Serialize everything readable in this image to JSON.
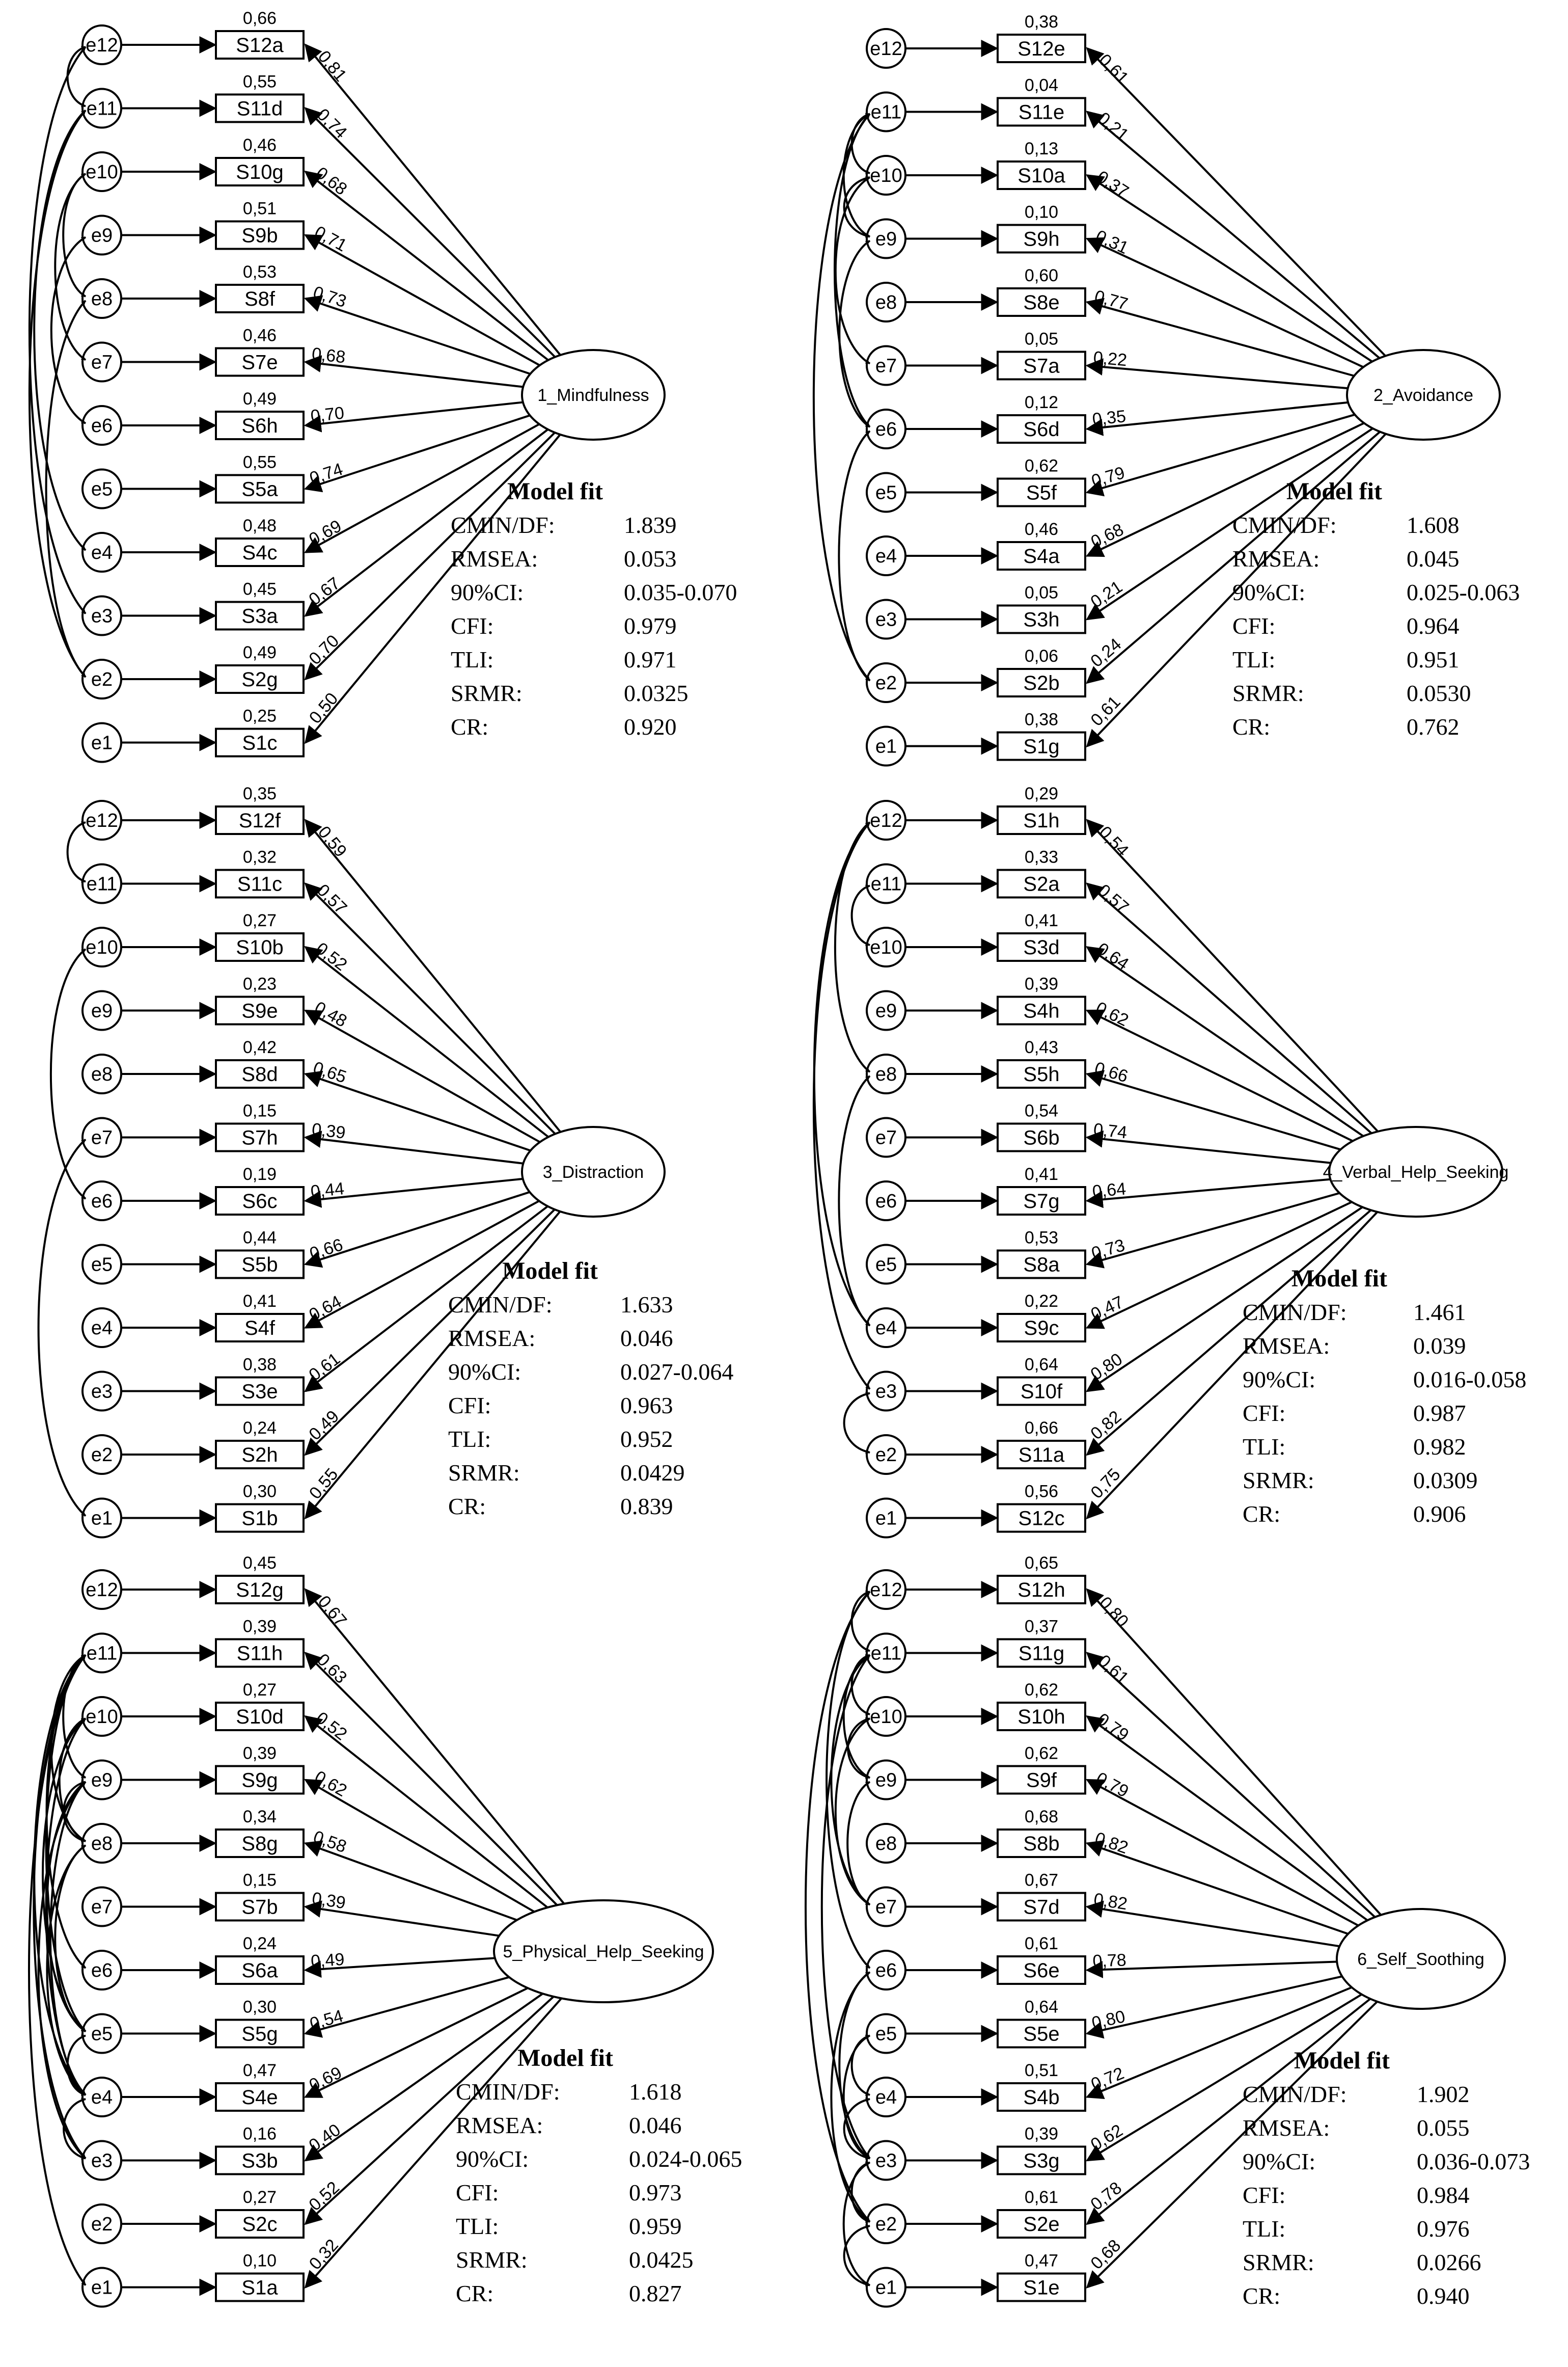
{
  "panels": [
    {
      "factor": "1_Mindfulness",
      "items": [
        {
          "error": "e12",
          "item": "S12a",
          "r2": "0,66",
          "loading": "0,81"
        },
        {
          "error": "e11",
          "item": "S11d",
          "r2": "0,55",
          "loading": "0,74"
        },
        {
          "error": "e10",
          "item": "S10g",
          "r2": "0,46",
          "loading": "0,68"
        },
        {
          "error": "e9",
          "item": "S9b",
          "r2": "0,51",
          "loading": "0,71"
        },
        {
          "error": "e8",
          "item": "S8f",
          "r2": "0,53",
          "loading": "0,73"
        },
        {
          "error": "e7",
          "item": "S7e",
          "r2": "0,46",
          "loading": "0,68"
        },
        {
          "error": "e6",
          "item": "S6h",
          "r2": "0,49",
          "loading": "0,70"
        },
        {
          "error": "e5",
          "item": "S5a",
          "r2": "0,55",
          "loading": "0,74"
        },
        {
          "error": "e4",
          "item": "S4c",
          "r2": "0,48",
          "loading": "0,69"
        },
        {
          "error": "e3",
          "item": "S3a",
          "r2": "0,45",
          "loading": "0,67"
        },
        {
          "error": "e2",
          "item": "S2g",
          "r2": "0,49",
          "loading": "0,70"
        },
        {
          "error": "e1",
          "item": "S1c",
          "r2": "0,25",
          "loading": "0,50"
        }
      ],
      "covariances": [
        [
          12,
          11
        ],
        [
          12,
          3
        ],
        [
          11,
          4
        ],
        [
          10,
          8
        ],
        [
          10,
          7
        ],
        [
          9,
          6
        ],
        [
          8,
          2
        ],
        [
          11,
          2
        ]
      ],
      "fit": {
        "title": "Model fit",
        "rows": [
          [
            "CMIN/DF:",
            "1.839"
          ],
          [
            "RMSEA:",
            "0.053"
          ],
          [
            "90%CI:",
            "0.035-0.070"
          ],
          [
            "CFI:",
            "0.979"
          ],
          [
            "TLI:",
            "0.971"
          ],
          [
            "SRMR:",
            "0.0325"
          ],
          [
            "CR:",
            "0.920"
          ]
        ]
      }
    },
    {
      "factor": "2_Avoidance",
      "items": [
        {
          "error": "e12",
          "item": "S12e",
          "r2": "0,38",
          "loading": "0,61"
        },
        {
          "error": "e11",
          "item": "S11e",
          "r2": "0,04",
          "loading": "0,21"
        },
        {
          "error": "e10",
          "item": "S10a",
          "r2": "0,13",
          "loading": "0,37"
        },
        {
          "error": "e9",
          "item": "S9h",
          "r2": "0,10",
          "loading": "0,31"
        },
        {
          "error": "e8",
          "item": "S8e",
          "r2": "0,60",
          "loading": "0,77"
        },
        {
          "error": "e7",
          "item": "S7a",
          "r2": "0,05",
          "loading": "0,22"
        },
        {
          "error": "e6",
          "item": "S6d",
          "r2": "0,12",
          "loading": "0,35"
        },
        {
          "error": "e5",
          "item": "S5f",
          "r2": "0,62",
          "loading": "0,79"
        },
        {
          "error": "e4",
          "item": "S4a",
          "r2": "0,46",
          "loading": "0,68"
        },
        {
          "error": "e3",
          "item": "S3h",
          "r2": "0,05",
          "loading": "0,21"
        },
        {
          "error": "e2",
          "item": "S2b",
          "r2": "0,06",
          "loading": "0,24"
        },
        {
          "error": "e1",
          "item": "S1g",
          "r2": "0,38",
          "loading": "0,61"
        }
      ],
      "covariances": [
        [
          11,
          10
        ],
        [
          11,
          9
        ],
        [
          10,
          7
        ],
        [
          11,
          6
        ],
        [
          9,
          6
        ],
        [
          10,
          9
        ],
        [
          6,
          2
        ],
        [
          11,
          2
        ]
      ],
      "fit": {
        "title": "Model fit",
        "rows": [
          [
            "CMIN/DF:",
            "1.608"
          ],
          [
            "RMSEA:",
            "0.045"
          ],
          [
            "90%CI:",
            "0.025-0.063"
          ],
          [
            "CFI:",
            "0.964"
          ],
          [
            "TLI:",
            "0.951"
          ],
          [
            "SRMR:",
            "0.0530"
          ],
          [
            "CR:",
            "0.762"
          ]
        ]
      }
    },
    {
      "factor": "3_Distraction",
      "items": [
        {
          "error": "e12",
          "item": "S12f",
          "r2": "0,35",
          "loading": "0,59"
        },
        {
          "error": "e11",
          "item": "S11c",
          "r2": "0,32",
          "loading": "0,57"
        },
        {
          "error": "e10",
          "item": "S10b",
          "r2": "0,27",
          "loading": "0,52"
        },
        {
          "error": "e9",
          "item": "S9e",
          "r2": "0,23",
          "loading": "0,48"
        },
        {
          "error": "e8",
          "item": "S8d",
          "r2": "0,42",
          "loading": "0,65"
        },
        {
          "error": "e7",
          "item": "S7h",
          "r2": "0,15",
          "loading": "0,39"
        },
        {
          "error": "e6",
          "item": "S6c",
          "r2": "0,19",
          "loading": "0,44"
        },
        {
          "error": "e5",
          "item": "S5b",
          "r2": "0,44",
          "loading": "0,66"
        },
        {
          "error": "e4",
          "item": "S4f",
          "r2": "0,41",
          "loading": "0,64"
        },
        {
          "error": "e3",
          "item": "S3e",
          "r2": "0,38",
          "loading": "0,61"
        },
        {
          "error": "e2",
          "item": "S2h",
          "r2": "0,24",
          "loading": "0,49"
        },
        {
          "error": "e1",
          "item": "S1b",
          "r2": "0,30",
          "loading": "0,55"
        }
      ],
      "covariances": [
        [
          12,
          11
        ],
        [
          10,
          6
        ],
        [
          7,
          1
        ]
      ],
      "fit": {
        "title": "Model fit",
        "rows": [
          [
            "CMIN/DF:",
            "1.633"
          ],
          [
            "RMSEA:",
            "0.046"
          ],
          [
            "90%CI:",
            "0.027-0.064"
          ],
          [
            "CFI:",
            "0.963"
          ],
          [
            "TLI:",
            "0.952"
          ],
          [
            "SRMR:",
            "0.0429"
          ],
          [
            "CR:",
            "0.839"
          ]
        ]
      }
    },
    {
      "factor": "4_Verbal_Help_Seeking",
      "items": [
        {
          "error": "e12",
          "item": "S1h",
          "r2": "0,29",
          "loading": "0,54"
        },
        {
          "error": "e11",
          "item": "S2a",
          "r2": "0,33",
          "loading": "0,57"
        },
        {
          "error": "e10",
          "item": "S3d",
          "r2": "0,41",
          "loading": "0,64"
        },
        {
          "error": "e9",
          "item": "S4h",
          "r2": "0,39",
          "loading": "0,62"
        },
        {
          "error": "e8",
          "item": "S5h",
          "r2": "0,43",
          "loading": "0,66"
        },
        {
          "error": "e7",
          "item": "S6b",
          "r2": "0,54",
          "loading": "0,74"
        },
        {
          "error": "e6",
          "item": "S7g",
          "r2": "0,41",
          "loading": "0,64"
        },
        {
          "error": "e5",
          "item": "S8a",
          "r2": "0,53",
          "loading": "0,73"
        },
        {
          "error": "e4",
          "item": "S9c",
          "r2": "0,22",
          "loading": "0,47"
        },
        {
          "error": "e3",
          "item": "S10f",
          "r2": "0,64",
          "loading": "0,80"
        },
        {
          "error": "e2",
          "item": "S11a",
          "r2": "0,66",
          "loading": "0,82"
        },
        {
          "error": "e1",
          "item": "S12c",
          "r2": "0,56",
          "loading": "0,75"
        }
      ],
      "covariances": [
        [
          11,
          10
        ],
        [
          12,
          8
        ],
        [
          12,
          4
        ],
        [
          8,
          4
        ],
        [
          12,
          3
        ],
        [
          3,
          2
        ]
      ],
      "fit": {
        "title": "Model fit",
        "rows": [
          [
            "CMIN/DF:",
            "1.461"
          ],
          [
            "RMSEA:",
            "0.039"
          ],
          [
            "90%CI:",
            "0.016-0.058"
          ],
          [
            "CFI:",
            "0.987"
          ],
          [
            "TLI:",
            "0.982"
          ],
          [
            "SRMR:",
            "0.0309"
          ],
          [
            "CR:",
            "0.906"
          ]
        ]
      }
    },
    {
      "factor": "5_Physical_Help_Seeking",
      "items": [
        {
          "error": "e12",
          "item": "S12g",
          "r2": "0,45",
          "loading": "0,67"
        },
        {
          "error": "e11",
          "item": "S11h",
          "r2": "0,39",
          "loading": "0,63"
        },
        {
          "error": "e10",
          "item": "S10d",
          "r2": "0,27",
          "loading": "0,52"
        },
        {
          "error": "e9",
          "item": "S9g",
          "r2": "0,39",
          "loading": "0,62"
        },
        {
          "error": "e8",
          "item": "S8g",
          "r2": "0,34",
          "loading": "0,58"
        },
        {
          "error": "e7",
          "item": "S7b",
          "r2": "0,15",
          "loading": "0,39"
        },
        {
          "error": "e6",
          "item": "S6a",
          "r2": "0,24",
          "loading": "0,49"
        },
        {
          "error": "e5",
          "item": "S5g",
          "r2": "0,30",
          "loading": "0,54"
        },
        {
          "error": "e4",
          "item": "S4e",
          "r2": "0,47",
          "loading": "0,69"
        },
        {
          "error": "e3",
          "item": "S3b",
          "r2": "0,16",
          "loading": "0,40"
        },
        {
          "error": "e2",
          "item": "S2c",
          "r2": "0,27",
          "loading": "0,52"
        },
        {
          "error": "e1",
          "item": "S1a",
          "r2": "0,10",
          "loading": "0,32"
        }
      ],
      "covariances": [
        [
          11,
          1
        ],
        [
          11,
          3
        ],
        [
          11,
          4
        ],
        [
          11,
          5
        ],
        [
          11,
          6
        ],
        [
          11,
          8
        ],
        [
          11,
          9
        ],
        [
          10,
          8
        ],
        [
          10,
          5
        ],
        [
          10,
          4
        ],
        [
          9,
          8
        ],
        [
          9,
          5
        ],
        [
          9,
          4
        ],
        [
          8,
          5
        ],
        [
          8,
          4
        ],
        [
          5,
          4
        ],
        [
          4,
          3
        ],
        [
          9,
          3
        ]
      ],
      "fit": {
        "title": "Model fit",
        "rows": [
          [
            "CMIN/DF:",
            "1.618"
          ],
          [
            "RMSEA:",
            "0.046"
          ],
          [
            "90%CI:",
            "0.024-0.065"
          ],
          [
            "CFI:",
            "0.973"
          ],
          [
            "TLI:",
            "0.959"
          ],
          [
            "SRMR:",
            "0.0425"
          ],
          [
            "CR:",
            "0.827"
          ]
        ]
      }
    },
    {
      "factor": "6_Self_Soothing",
      "items": [
        {
          "error": "e12",
          "item": "S12h",
          "r2": "0,65",
          "loading": "0,80"
        },
        {
          "error": "e11",
          "item": "S11g",
          "r2": "0,37",
          "loading": "0,61"
        },
        {
          "error": "e10",
          "item": "S10h",
          "r2": "0,62",
          "loading": "0,79"
        },
        {
          "error": "e9",
          "item": "S9f",
          "r2": "0,62",
          "loading": "0,79"
        },
        {
          "error": "e8",
          "item": "S8b",
          "r2": "0,68",
          "loading": "0,82"
        },
        {
          "error": "e7",
          "item": "S7d",
          "r2": "0,67",
          "loading": "0,82"
        },
        {
          "error": "e6",
          "item": "S6e",
          "r2": "0,61",
          "loading": "0,78"
        },
        {
          "error": "e5",
          "item": "S5e",
          "r2": "0,64",
          "loading": "0,80"
        },
        {
          "error": "e4",
          "item": "S4b",
          "r2": "0,51",
          "loading": "0,72"
        },
        {
          "error": "e3",
          "item": "S3g",
          "r2": "0,39",
          "loading": "0,62"
        },
        {
          "error": "e2",
          "item": "S2e",
          "r2": "0,61",
          "loading": "0,78"
        },
        {
          "error": "e1",
          "item": "S1e",
          "r2": "0,47",
          "loading": "0,68"
        }
      ],
      "covariances": [
        [
          12,
          11
        ],
        [
          12,
          6
        ],
        [
          12,
          2
        ],
        [
          11,
          10
        ],
        [
          11,
          9
        ],
        [
          11,
          7
        ],
        [
          11,
          3
        ],
        [
          10,
          9
        ],
        [
          10,
          7
        ],
        [
          9,
          7
        ],
        [
          6,
          3
        ],
        [
          6,
          2
        ],
        [
          5,
          4
        ],
        [
          5,
          3
        ],
        [
          4,
          3
        ],
        [
          3,
          2
        ],
        [
          3,
          1
        ],
        [
          2,
          1
        ]
      ],
      "fit": {
        "title": "Model fit",
        "rows": [
          [
            "CMIN/DF:",
            "1.902"
          ],
          [
            "RMSEA:",
            "0.055"
          ],
          [
            "90%CI:",
            "0.036-0.073"
          ],
          [
            "CFI:",
            "0.984"
          ],
          [
            "TLI:",
            "0.976"
          ],
          [
            "SRMR:",
            "0.0266"
          ],
          [
            "CR:",
            "0.940"
          ]
        ]
      }
    }
  ]
}
